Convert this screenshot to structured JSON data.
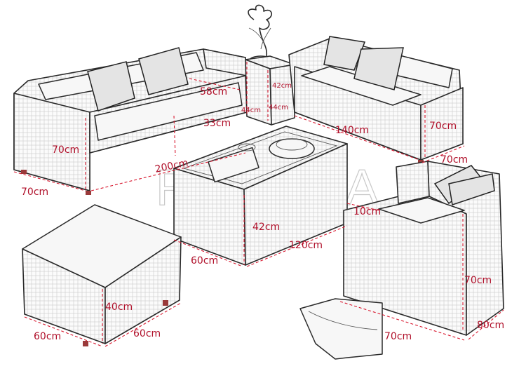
{
  "watermark": "ROKAJA",
  "dimensions": {
    "sofa_depth_inner": "58cm",
    "sofa_seat_height": "33cm",
    "sofa_height": "70cm",
    "sofa_length": "200cm",
    "sofa_depth": "70cm",
    "side_table_height": "42cm",
    "side_table_width": "44cm",
    "side_table_depth": "44cm",
    "loveseat_length": "140cm",
    "loveseat_height": "70cm",
    "loveseat_depth": "70cm",
    "coffee_table_height": "42cm",
    "coffee_table_length": "120cm",
    "coffee_table_width": "60cm",
    "armchair_arm_width": "10cm",
    "armchair_height": "70cm",
    "armchair_depth": "80cm",
    "armchair_width": "70cm",
    "ottoman_height": "40cm",
    "ottoman_width": "60cm",
    "ottoman_depth": "60cm"
  }
}
